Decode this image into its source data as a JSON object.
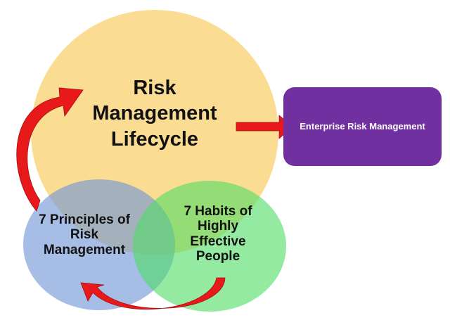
{
  "diagram": {
    "main_circle_label": "Risk Management Lifecycle",
    "left_circle_label": "7 Principles of Risk Management",
    "right_circle_label": "7 Habits of Highly Effective People",
    "target_box_label": "Enterprise Risk Management"
  },
  "colors": {
    "main_circle": "#f9cf6a",
    "left_circle": "#6f95d6",
    "right_circle": "#4fdc63",
    "target_box": "#7030a0",
    "arrows": "#e8191b"
  }
}
